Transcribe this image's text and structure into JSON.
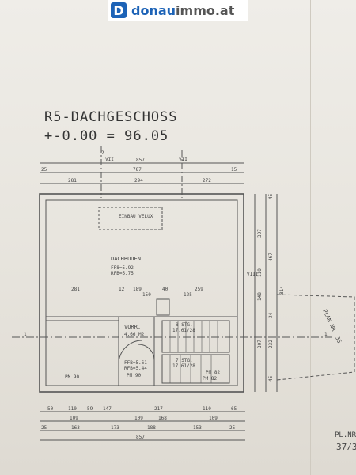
{
  "logo": {
    "brand_a": "donau",
    "brand_b": "immo.at",
    "mark": "D"
  },
  "plan": {
    "title": "R5-DACHGESCHOSS",
    "level": "+-0.00 = 96.05",
    "section_marks": [
      "2",
      "VII",
      "VII",
      "VIII",
      "1",
      "1"
    ],
    "top_dims": [
      "857",
      "787",
      "15",
      "281",
      "294",
      "272",
      "25"
    ],
    "rooms": {
      "dachboden": "DACHBODEN",
      "dachboden_area": "FF8=5.92",
      "dachboden_area2": "RFB=5.75",
      "vorr": "VORR.",
      "vorr_area": "4.66 M2",
      "vorr_ff": "FFB=5.61",
      "vorr_rf": "RFB=5.44",
      "stg1": "8 STG.",
      "stg1_dim": "17.61/28",
      "stg2": "7 STG.",
      "stg2_dim": "17.61/28",
      "velux": "EINBAU VELUX",
      "pm1": "PM 90",
      "pm2": "PM 82",
      "pm3": "PM 90",
      "pm4": "PM 82"
    },
    "mid_dims": [
      "281",
      "12",
      "189",
      "40",
      "259",
      "150",
      "125"
    ],
    "bottom_dims_1": [
      "50",
      "110",
      "59",
      "147",
      "217",
      "110",
      "65"
    ],
    "bottom_dims_2": [
      "109",
      "109",
      "168",
      "109"
    ],
    "bottom_dims_3": [
      "25",
      "163",
      "173",
      "188",
      "153",
      "25"
    ],
    "bottom_total": "857",
    "side_dims": [
      "45",
      "307",
      "467",
      "814",
      "110",
      "148",
      "24",
      "307",
      "232",
      "45"
    ],
    "plan_ref": "PLAN NR. 35",
    "plan_no_label": "PL.NR",
    "plan_no": "37/3"
  }
}
